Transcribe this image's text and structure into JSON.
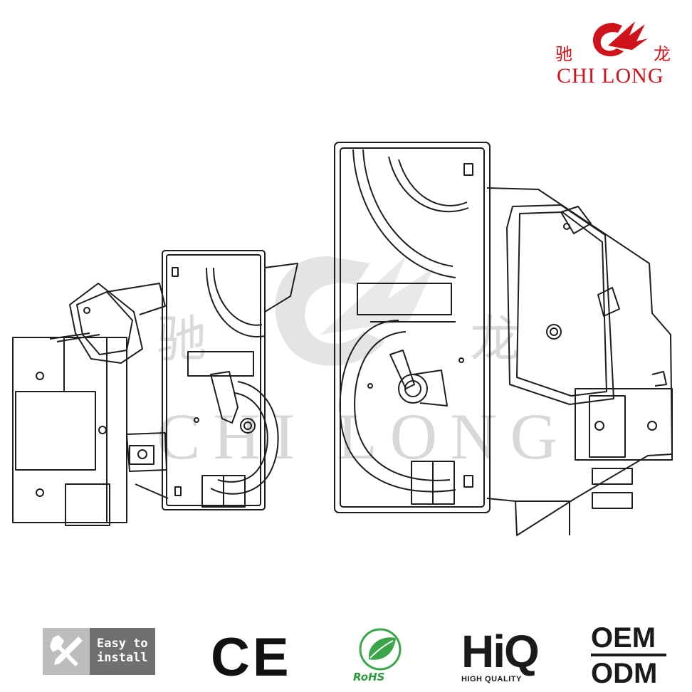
{
  "logo": {
    "cn_left": "驰",
    "cn_right": "龙",
    "en": "CHI LONG",
    "color": "#d0121b"
  },
  "watermark": {
    "cn_left": "驰",
    "cn_right": "龙",
    "en": "CHI LONG"
  },
  "product": {
    "left_view": "coin-selector-side-view",
    "right_view": "coin-selector-front-view"
  },
  "badges": {
    "easy_install": "Easy to install",
    "easy_icon": "tools-icon",
    "ce": "CE",
    "rohs": "RoHS",
    "hiq": "HiQ",
    "hiq_sub": "HIGH QUALITY",
    "oem": "OEM",
    "odm": "ODM"
  }
}
